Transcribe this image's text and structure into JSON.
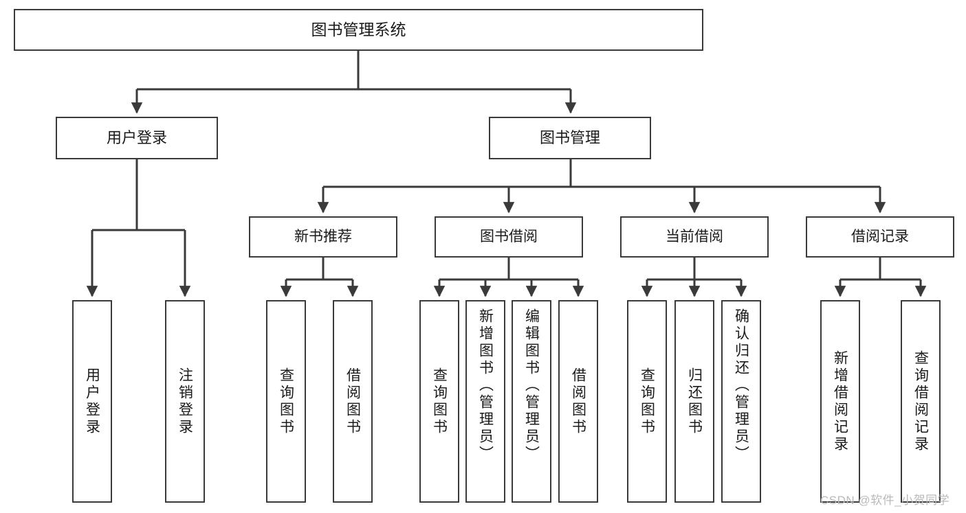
{
  "diagram": {
    "type": "tree-hierarchy-chart",
    "title": "图书管理系统",
    "colors": {
      "box_border": "#3a3a3a",
      "box_fill": "#ffffff",
      "connector": "#3a3a3a",
      "text": "#1a1a1a",
      "watermark": "#b9b9b9",
      "background": "#ffffff"
    },
    "root": {
      "label": "图书管理系统"
    },
    "level1": [
      {
        "label": "用户登录"
      },
      {
        "label": "图书管理"
      }
    ],
    "level2": [
      {
        "label": "新书推荐"
      },
      {
        "label": "图书借阅"
      },
      {
        "label": "当前借阅"
      },
      {
        "label": "借阅记录"
      }
    ],
    "leaves": {
      "user_login": [
        {
          "label": "用户登录"
        },
        {
          "label": "注销登录"
        }
      ],
      "new_book_recommend": [
        {
          "label": "查询图书"
        },
        {
          "label": "借阅图书"
        }
      ],
      "book_borrow": [
        {
          "label": "查询图书"
        },
        {
          "label": "新增图书（管理员）"
        },
        {
          "label": "编辑图书（管理员）"
        },
        {
          "label": "借阅图书"
        }
      ],
      "current_borrow": [
        {
          "label": "查询图书"
        },
        {
          "label": "归还图书"
        },
        {
          "label": "确认归还（管理员）"
        }
      ],
      "borrow_record": [
        {
          "label": "新增借阅记录"
        },
        {
          "label": "查询借阅记录"
        }
      ]
    },
    "watermark": "CSDN @软件_小贺同学"
  }
}
